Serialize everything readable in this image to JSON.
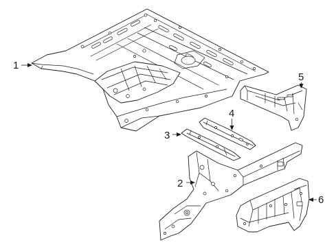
{
  "diagram": {
    "callouts": [
      {
        "id": "1",
        "label": "1"
      },
      {
        "id": "2",
        "label": "2"
      },
      {
        "id": "3",
        "label": "3"
      },
      {
        "id": "4",
        "label": "4"
      },
      {
        "id": "5",
        "label": "5"
      },
      {
        "id": "6",
        "label": "6"
      }
    ],
    "colors": {
      "line": "#1a1a1a",
      "background": "#ffffff"
    }
  }
}
